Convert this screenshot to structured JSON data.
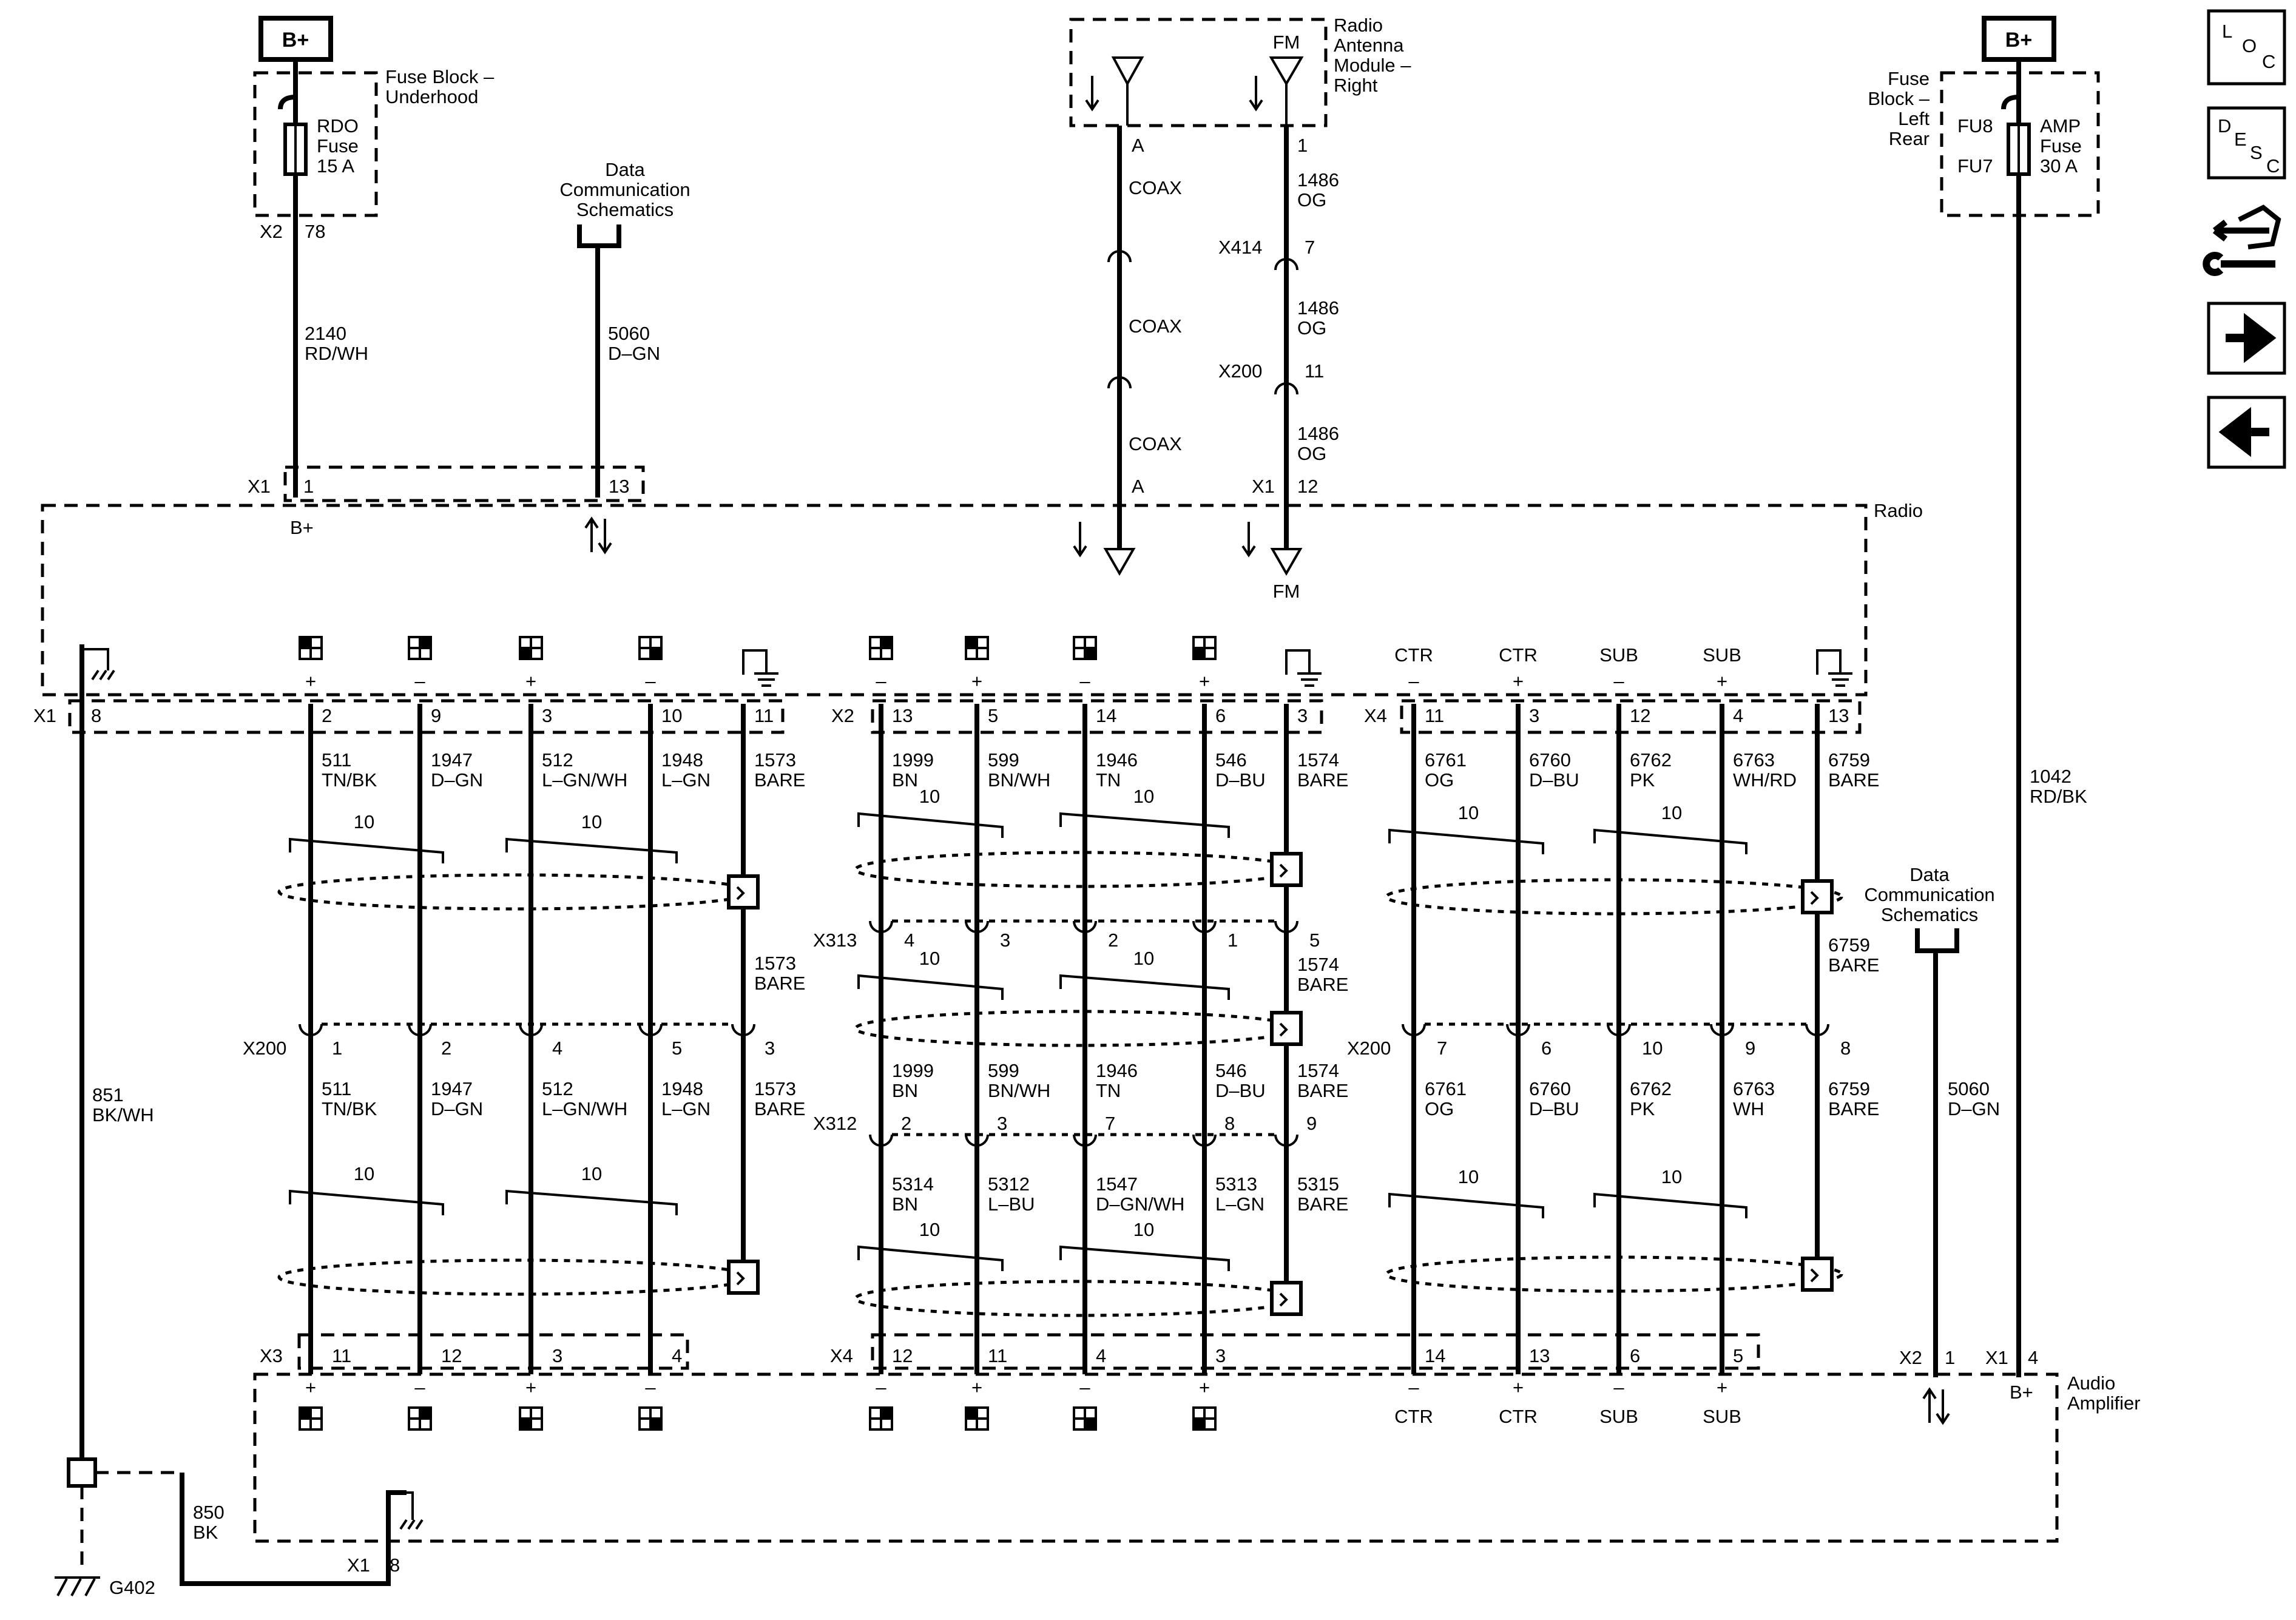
{
  "bplus": "B+",
  "fuse_left": {
    "block_label": [
      "Fuse Block –",
      "Underhood"
    ],
    "fuse_label": [
      "RDO",
      "Fuse",
      "15 A"
    ],
    "conn": "X2",
    "pin": "78"
  },
  "fuse_right": {
    "block_label": [
      "Fuse",
      "Block –",
      "Left",
      "Rear"
    ],
    "fu_top": "FU8",
    "fu_bot": "FU7",
    "fuse_label": [
      "AMP",
      "Fuse",
      "30 A"
    ]
  },
  "data_comm_label": [
    "Data",
    "Communication",
    "Schematics"
  ],
  "antenna": {
    "module_label": [
      "Radio",
      "Antenna",
      "Module –",
      "Right"
    ],
    "fm": "FM",
    "coax": "COAX",
    "pin_a": "A",
    "pin_1": "1"
  },
  "radio_label": "Radio",
  "amp_label": [
    "Audio",
    "Amplifier"
  ],
  "wires_top": {
    "w2140": [
      "2140",
      "RD/WH"
    ],
    "w5060": [
      "5060",
      "D–GN"
    ],
    "w1486": [
      "1486",
      "OG"
    ],
    "w1042": [
      "1042",
      "RD/BK"
    ],
    "w851": [
      "851",
      "BK/WH"
    ],
    "w850": [
      "850",
      "BK"
    ]
  },
  "connectors": {
    "X1": "X1",
    "X2": "X2",
    "X3": "X3",
    "X4": "X4",
    "X200": "X200",
    "X312": "X312",
    "X313": "X313",
    "X414": "X414",
    "G402": "G402"
  },
  "pins_misc": {
    "x1_1": "1",
    "x1_13": "13",
    "x414_7": "7",
    "x200_11": "11",
    "x1_12": "12",
    "x1_8": "8",
    "x2_1": "1",
    "x1_4": "4",
    "x1_8b": "8"
  },
  "twist_num": "10",
  "signs": {
    "plus": "+",
    "minus": "–"
  },
  "ctr": "CTR",
  "sub": "SUB",
  "groupA": {
    "radio_pins": [
      "2",
      "9",
      "3",
      "10",
      "11"
    ],
    "upper": [
      [
        "511",
        "TN/BK"
      ],
      [
        "1947",
        "D–GN"
      ],
      [
        "512",
        "L–GN/WH"
      ],
      [
        "1948",
        "L–GN"
      ],
      [
        "1573",
        "BARE"
      ]
    ],
    "mid": [
      [
        "1573",
        "BARE"
      ]
    ],
    "x200_pins": [
      "1",
      "2",
      "4",
      "5",
      "3"
    ],
    "lower": [
      [
        "511",
        "TN/BK"
      ],
      [
        "1947",
        "D–GN"
      ],
      [
        "512",
        "L–GN/WH"
      ],
      [
        "1948",
        "L–GN"
      ],
      [
        "1573",
        "BARE"
      ]
    ],
    "amp_pins": [
      "11",
      "12",
      "3",
      "4"
    ]
  },
  "groupB": {
    "radio_pins": [
      "13",
      "5",
      "14",
      "6",
      "3"
    ],
    "upper": [
      [
        "1999",
        "BN"
      ],
      [
        "599",
        "BN/WH"
      ],
      [
        "1946",
        "TN"
      ],
      [
        "546",
        "D–BU"
      ],
      [
        "1574",
        "BARE"
      ]
    ],
    "x313_pins": [
      "4",
      "3",
      "2",
      "1",
      "5"
    ],
    "mid_bare": [
      "1574",
      "BARE"
    ],
    "lower": [
      [
        "1999",
        "BN"
      ],
      [
        "599",
        "BN/WH"
      ],
      [
        "1946",
        "TN"
      ],
      [
        "546",
        "D–BU"
      ],
      [
        "1574",
        "BARE"
      ]
    ],
    "x312_pins": [
      "2",
      "3",
      "7",
      "8",
      "9"
    ],
    "bottom": [
      [
        "5314",
        "BN"
      ],
      [
        "5312",
        "L–BU"
      ],
      [
        "1547",
        "D–GN/WH"
      ],
      [
        "5313",
        "L–GN"
      ],
      [
        "5315",
        "BARE"
      ]
    ],
    "amp_pins": [
      "12",
      "11",
      "4",
      "3"
    ]
  },
  "groupC": {
    "radio_pins": [
      "11",
      "3",
      "12",
      "4",
      "13"
    ],
    "upper": [
      [
        "6761",
        "OG"
      ],
      [
        "6760",
        "D–BU"
      ],
      [
        "6762",
        "PK"
      ],
      [
        "6763",
        "WH/RD"
      ],
      [
        "6759",
        "BARE"
      ]
    ],
    "mid": [
      [
        "6759",
        "BARE"
      ]
    ],
    "x200_pins": [
      "7",
      "6",
      "10",
      "9",
      "8"
    ],
    "lower": [
      [
        "6761",
        "OG"
      ],
      [
        "6760",
        "D–BU"
      ],
      [
        "6762",
        "PK"
      ],
      [
        "6763",
        "WH"
      ],
      [
        "6759",
        "BARE"
      ]
    ],
    "amp_pins": [
      "14",
      "13",
      "6",
      "5"
    ]
  },
  "side_buttons": {
    "loc": [
      "L",
      "O",
      "C"
    ],
    "desc": [
      "D",
      "E",
      "S",
      "C"
    ]
  }
}
